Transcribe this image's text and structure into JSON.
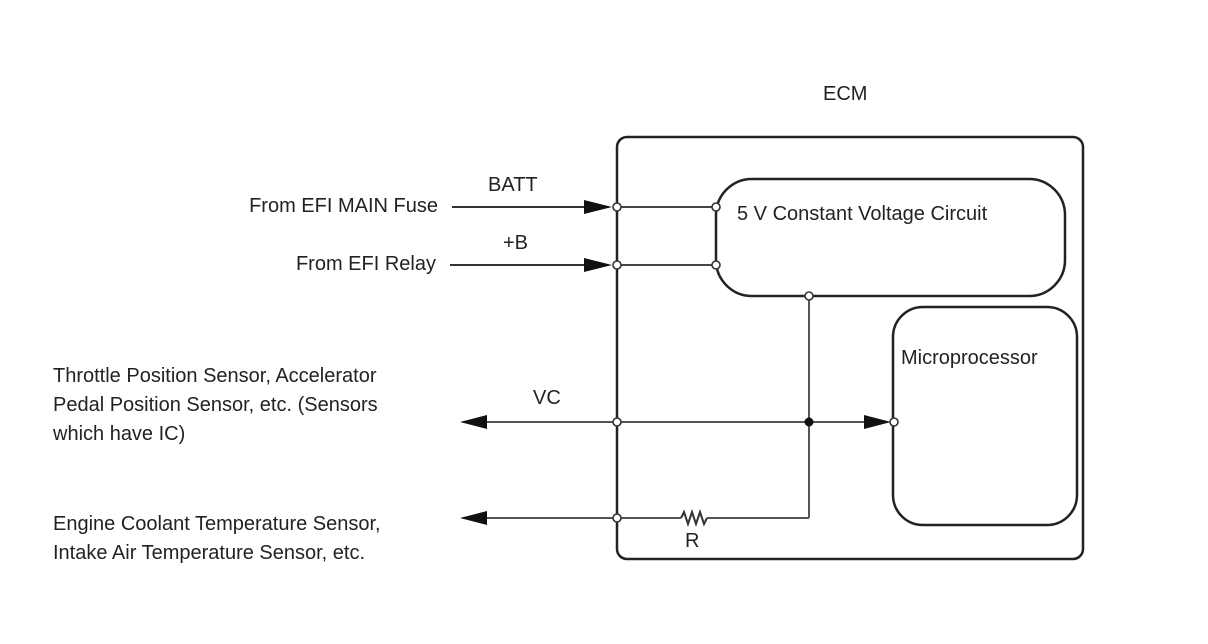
{
  "diagram": {
    "ecm_title": "ECM",
    "blocks": {
      "constant_voltage": "5 V Constant Voltage Circuit",
      "microprocessor": "Microprocessor"
    },
    "inputs": [
      {
        "source": "From EFI MAIN Fuse",
        "terminal": "BATT"
      },
      {
        "source": "From EFI Relay",
        "terminal": "+B"
      }
    ],
    "outputs": [
      {
        "terminal": "VC",
        "lines": [
          "Throttle Position Sensor, Accelerator",
          "Pedal Position Sensor, etc. (Sensors",
          "which have IC)"
        ]
      },
      {
        "terminal": "",
        "lines": [
          "Engine Coolant Temperature Sensor,",
          "Intake Air Temperature Sensor, etc."
        ]
      }
    ],
    "resistor_label": "R"
  }
}
